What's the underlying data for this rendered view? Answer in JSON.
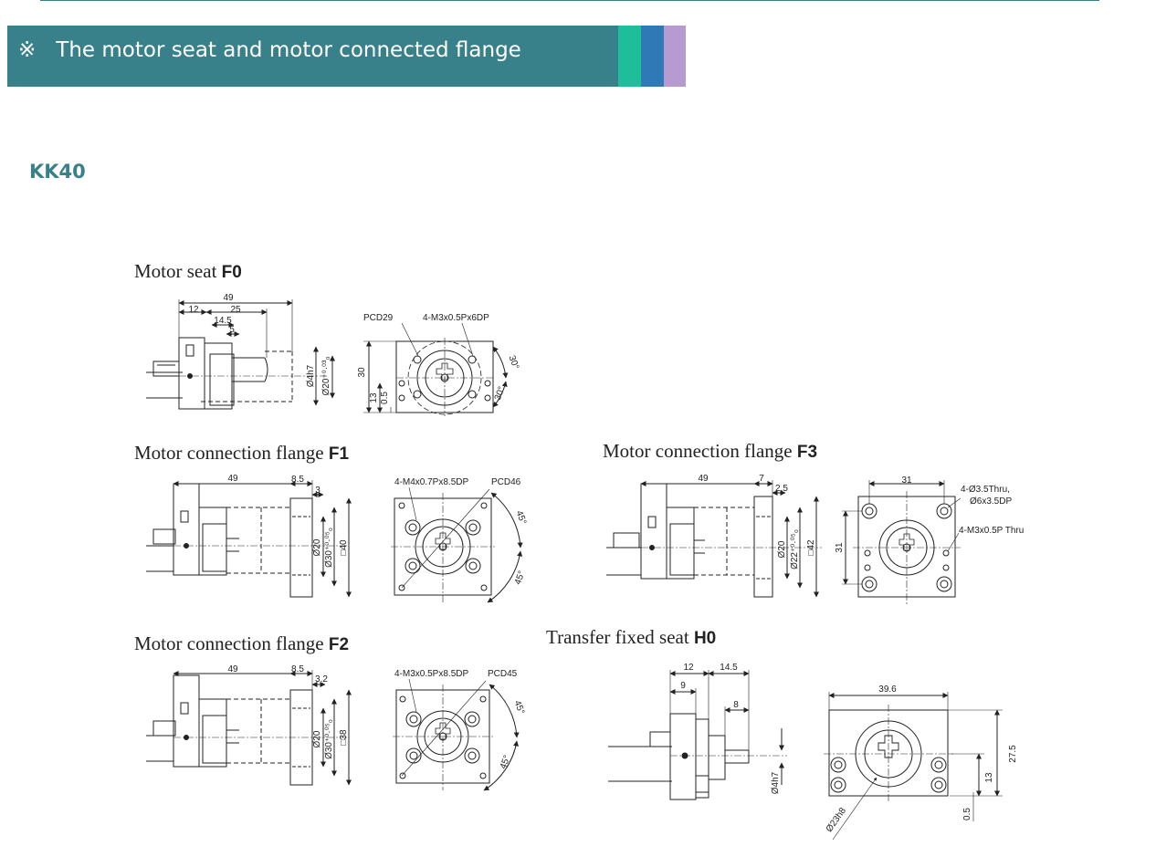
{
  "header": {
    "symbol": "※",
    "title": "The motor seat and motor connected flange",
    "stripe_colors": [
      "#1fbe9b",
      "#2e79b6",
      "#b79ad0"
    ]
  },
  "model": "KK40",
  "sections": {
    "f0": {
      "caption": "Motor seat ",
      "code": "F0"
    },
    "f1": {
      "caption": "Motor connection flange ",
      "code": "F1"
    },
    "f2": {
      "caption": "Motor connection flange ",
      "code": "F2"
    },
    "f3": {
      "caption": "Motor connection flange ",
      "code": "F3"
    },
    "h0": {
      "caption": "Transfer fixed seat ",
      "code": "H0"
    }
  },
  "dims": {
    "f0": {
      "d49": "49",
      "d12": "12",
      "d25": "25",
      "d14_5": "14.5",
      "d5": "5",
      "d30": "30",
      "d13": "13",
      "d0_5": "0.5",
      "phi4h7": "Ø4h7",
      "phi20": "Ø20⁺⁰·⁰³₀",
      "pcd": "PCD29",
      "holes": "4-M3x0.5Px6DP",
      "ang1": "30°",
      "ang2": "30°"
    },
    "f1": {
      "d49": "49",
      "d8_5": "8.5",
      "d3": "3",
      "phi20": "Ø20",
      "phi30": "Ø30⁺⁰·⁰⁵₀",
      "sq40": "□40",
      "holes": "4-M4x0.7Px8.5DP",
      "pcd": "PCD46",
      "ang1": "45°",
      "ang2": "45°"
    },
    "f2": {
      "d49": "49",
      "d8_5": "8.5",
      "d3_2": "3.2",
      "phi20": "Ø20",
      "phi30": "Ø30⁺⁰·⁰⁵₀",
      "sq38": "□38",
      "holes": "4-M3x0.5Px8.5DP",
      "pcd": "PCD45",
      "ang1": "45°",
      "ang2": "45°"
    },
    "f3": {
      "d49": "49",
      "d7": "7",
      "d2_5": "2.5",
      "phi20": "Ø20",
      "phi22": "Ø22⁺⁰·⁰⁵₀",
      "sq42": "□42",
      "d31a": "31",
      "d31b": "31",
      "holes1": "4-Ø3.5Thru,",
      "holes2": "Ø6x3.5DP",
      "holes3": "4-M3x0.5P Thru"
    },
    "h0": {
      "d12": "12",
      "d14_5": "14.5",
      "d9": "9",
      "d8": "8",
      "phi4h7": "Ø4h7",
      "d39_6": "39.6",
      "d27_5": "27.5",
      "d13": "13",
      "d0_5": "0.5",
      "phi23h8": "Ø23h8"
    }
  }
}
